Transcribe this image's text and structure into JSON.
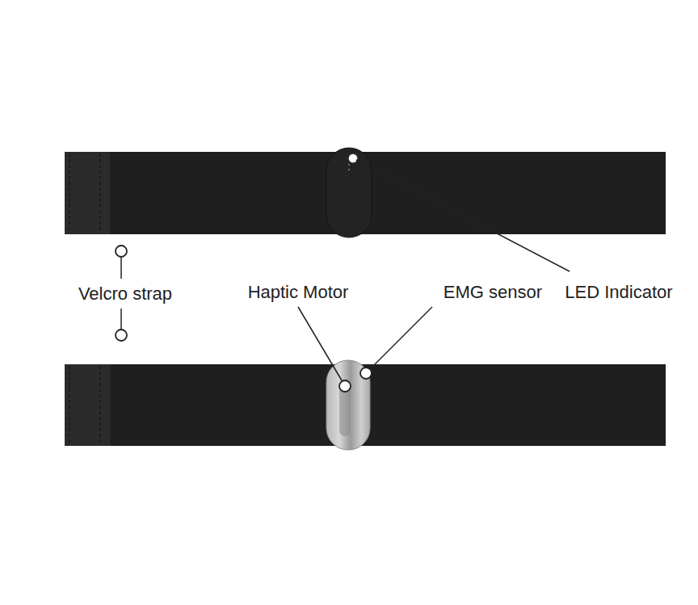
{
  "diagram": {
    "labels": [
      "Velcro strap",
      "Haptic Motor",
      "EMG sensor",
      "LED Indicator"
    ]
  }
}
